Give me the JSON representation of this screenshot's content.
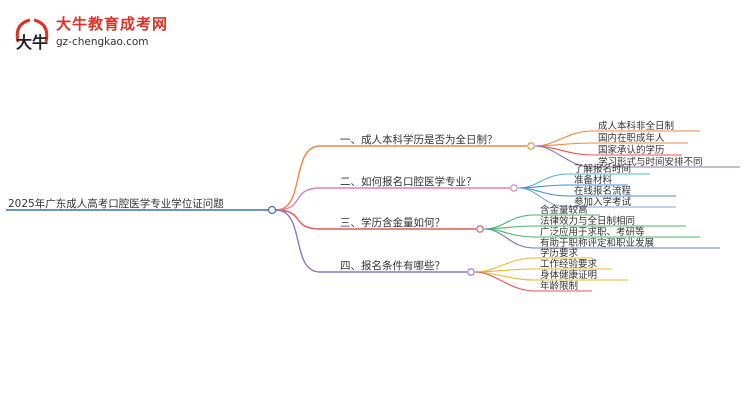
{
  "logo": {
    "title": "大牛教育成考网",
    "url": "gz-chengkao.com",
    "mark_text": "大牛"
  },
  "root": {
    "label": "2025年广东成人高考口腔医学专业学位证问题"
  },
  "branches": [
    {
      "label": "一、成人本科学历是否为全日制？",
      "color": "#f0873d",
      "children": [
        "成人本科非全日制",
        "国内在职成年人",
        "国家承认的学历",
        "学习形式与时间安排不同"
      ]
    },
    {
      "label": "二、如何报名口腔医学专业？",
      "color": "#e07bc0",
      "children": [
        "了解报名时间",
        "准备材料",
        "在线报名流程",
        "参加入学考试"
      ]
    },
    {
      "label": "三、学历含金量如何？",
      "color": "#e05656",
      "children": [
        "含金量较高",
        "法律效力与全日制相同",
        "广泛应用于求职、考研等",
        "有助于职称评定和职业发展"
      ]
    },
    {
      "label": "四、报名条件有哪些？",
      "color": "#8a76c8",
      "children": [
        "学历要求",
        "工作经验要求",
        "身体健康证明",
        "年龄限制"
      ]
    }
  ],
  "child_colors": [
    [
      "#f0873d",
      "#f0873d",
      "#e05656",
      "#8a76c8"
    ],
    [
      "#57b0d6",
      "#4b8ecf",
      "#4b8ecf",
      "#7aa7d8"
    ],
    [
      "#4bb566",
      "#4bb566",
      "#4bb566",
      "#6a79c9"
    ],
    [
      "#e8b92f",
      "#e8b92f",
      "#e8b92f",
      "#e05656"
    ]
  ],
  "root_color": "#3b6fb5"
}
